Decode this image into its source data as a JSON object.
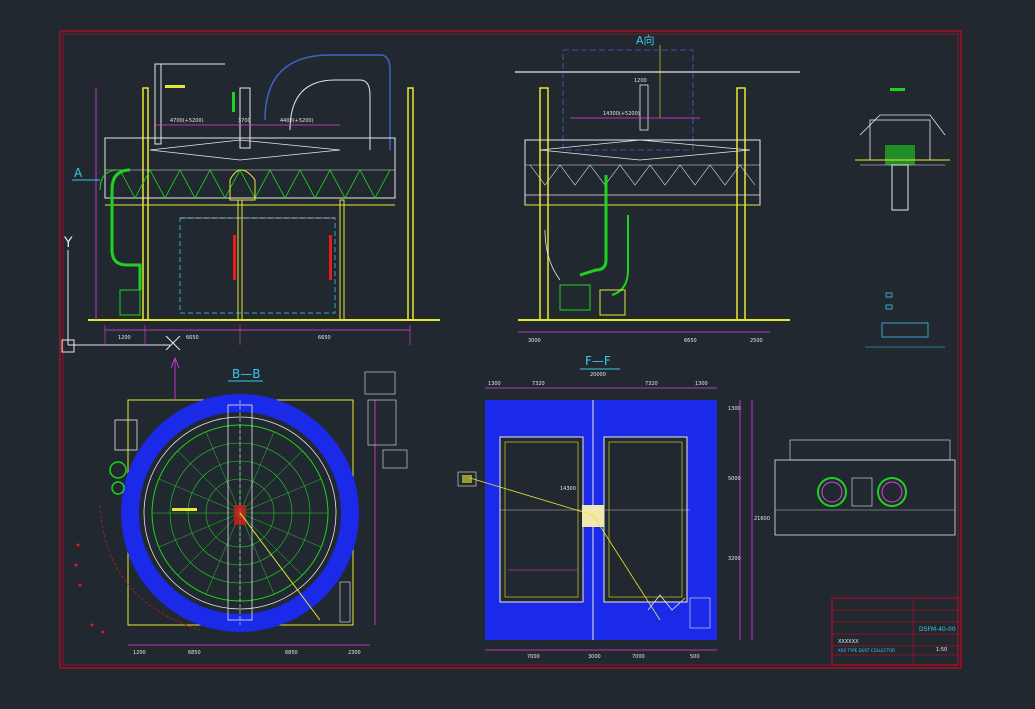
{
  "drawing": {
    "background": "#212830",
    "frame_color": "#e8001c",
    "ucs_label": "Y",
    "section_labels": {
      "view_a_mark": "A",
      "view_a_title": "A向",
      "section_bb": "B—B",
      "section_ff": "F—F"
    },
    "dimensions": {
      "left_bottom": [
        "1200",
        "6650",
        "6650"
      ],
      "left_top": [
        "4700(+5200)",
        "3700",
        "4400(+5200)"
      ],
      "mid_bottom": [
        "3000",
        "6650",
        "2500"
      ],
      "mid_top": [
        "14300(+5200)"
      ],
      "mid_center": "1200",
      "bb_bottom": [
        "1200",
        "6850",
        "6850",
        "2300"
      ],
      "ff_top": [
        "1300",
        "7320",
        "20000",
        "7320",
        "1300"
      ],
      "ff_bottom": [
        "7000",
        "3000",
        "7000",
        "500"
      ],
      "ff_right": [
        "1300",
        "5000",
        "3200",
        "21600"
      ],
      "ff_inner": "14300"
    },
    "title_block": {
      "drawing_no": "DSFM-40-00",
      "title": "XXXXXX",
      "subtitle": "XXX TYPE DUST COLLECTOR",
      "scale": "1:50"
    },
    "colors": {
      "structure": "#e8e830",
      "pipe": "#1fd21f",
      "dim": "#e83ce8",
      "annot": "#3cc8e8",
      "white": "#e8e8e8",
      "red": "#e81a1a",
      "blue_fill": "#1a2ae8"
    }
  }
}
